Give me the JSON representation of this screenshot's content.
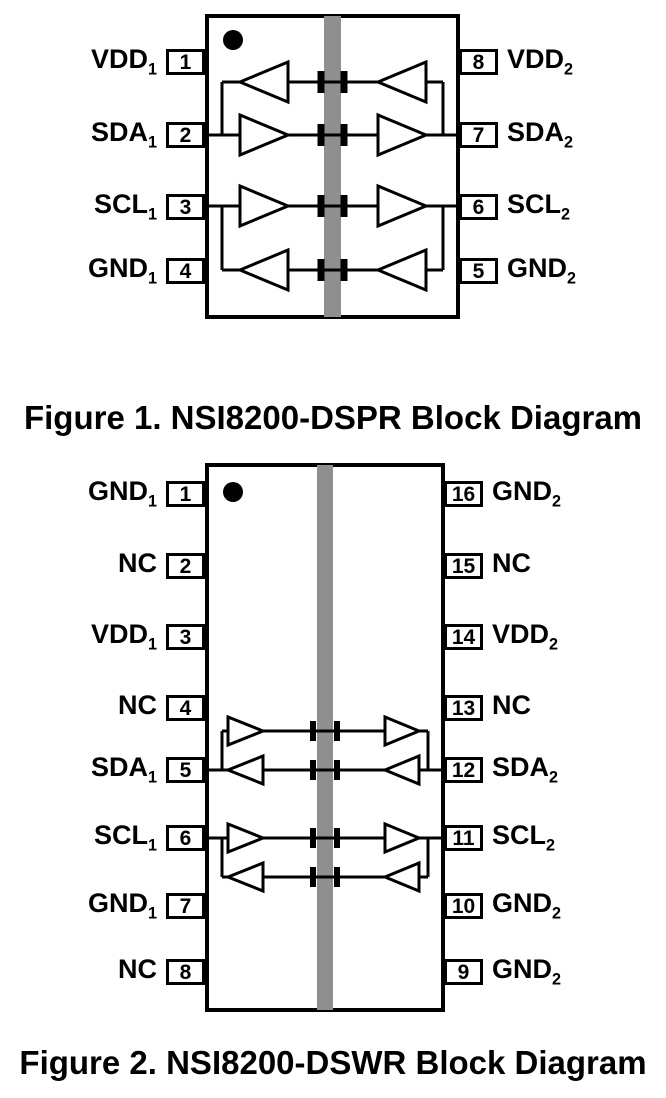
{
  "colors": {
    "line": "#000000",
    "barrier": "#8f8f8f",
    "background": "#ffffff"
  },
  "fig1": {
    "caption": "Figure 1. NSI8200-DSPR Block Diagram",
    "left_pins": [
      {
        "num": "1",
        "base": "VDD",
        "sub": "1"
      },
      {
        "num": "2",
        "base": "SDA",
        "sub": "1"
      },
      {
        "num": "3",
        "base": "SCL",
        "sub": "1"
      },
      {
        "num": "4",
        "base": "GND",
        "sub": "1"
      }
    ],
    "right_pins": [
      {
        "num": "8",
        "base": "VDD",
        "sub": "2"
      },
      {
        "num": "7",
        "base": "SDA",
        "sub": "2"
      },
      {
        "num": "6",
        "base": "SCL",
        "sub": "2"
      },
      {
        "num": "5",
        "base": "GND",
        "sub": "2"
      }
    ]
  },
  "fig2": {
    "caption": "Figure 2. NSI8200-DSWR Block Diagram",
    "left_pins": [
      {
        "num": "1",
        "base": "GND",
        "sub": "1"
      },
      {
        "num": "2",
        "base": "NC",
        "sub": ""
      },
      {
        "num": "3",
        "base": "VDD",
        "sub": "1"
      },
      {
        "num": "4",
        "base": "NC",
        "sub": ""
      },
      {
        "num": "5",
        "base": "SDA",
        "sub": "1"
      },
      {
        "num": "6",
        "base": "SCL",
        "sub": "1"
      },
      {
        "num": "7",
        "base": "GND",
        "sub": "1"
      },
      {
        "num": "8",
        "base": "NC",
        "sub": ""
      }
    ],
    "right_pins": [
      {
        "num": "16",
        "base": "GND",
        "sub": "2"
      },
      {
        "num": "15",
        "base": "NC",
        "sub": ""
      },
      {
        "num": "14",
        "base": "VDD",
        "sub": "2"
      },
      {
        "num": "13",
        "base": "NC",
        "sub": ""
      },
      {
        "num": "12",
        "base": "SDA",
        "sub": "2"
      },
      {
        "num": "11",
        "base": "SCL",
        "sub": "2"
      },
      {
        "num": "10",
        "base": "GND",
        "sub": "2"
      },
      {
        "num": "9",
        "base": "GND",
        "sub": "2"
      }
    ]
  }
}
